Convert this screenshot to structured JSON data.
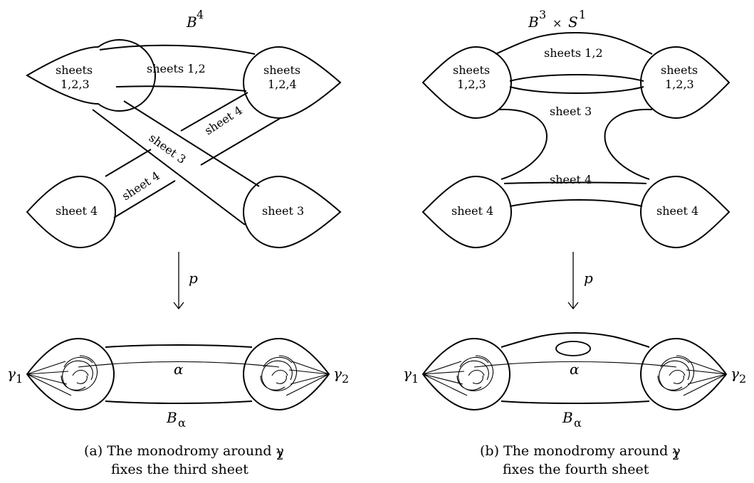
{
  "panel_a": {
    "top_label": "B",
    "top_label_sup": "4",
    "disks": {
      "top_left": [
        "sheets",
        "1,2,3"
      ],
      "top_right": [
        "sheets",
        "1,2,4"
      ],
      "bottom_left": "sheet 4",
      "bottom_right": "sheet 3"
    },
    "bands": {
      "top": "sheets 1,2",
      "long_diag": "sheet 3",
      "short_diag_upper": "sheet 4",
      "short_diag_lower": "sheet 4"
    },
    "map_label": "p",
    "curve_label": "α",
    "band_label": "B",
    "band_sub": "α",
    "gamma_left": "γ",
    "gamma_left_sub": "1",
    "gamma_right": "γ",
    "gamma_right_sub": "2",
    "caption_line1": "(a) The monodromy around γ",
    "caption_sub": "2",
    "caption_line2": "fixes the third sheet"
  },
  "panel_b": {
    "top_label": "B",
    "top_label_sup1": "3",
    "top_label_times": "×",
    "top_label_S": "S",
    "top_label_sup2": "1",
    "disks": {
      "top_left": [
        "sheets",
        "1,2,3"
      ],
      "top_right": [
        "sheets",
        "1,2,3"
      ],
      "bottom_left": "sheet 4",
      "bottom_right": "sheet 4"
    },
    "bands": {
      "upper": "sheets 1,2",
      "middle": "sheet 3",
      "lower": "sheet 4"
    },
    "map_label": "p",
    "curve_label": "α",
    "band_label": "B",
    "band_sub": "α",
    "gamma_left": "γ",
    "gamma_left_sub": "1",
    "gamma_right": "γ",
    "gamma_right_sub": "2",
    "caption_line1": "(b) The monodromy around γ",
    "caption_sub": "2",
    "caption_line2": "fixes the fourth sheet"
  }
}
